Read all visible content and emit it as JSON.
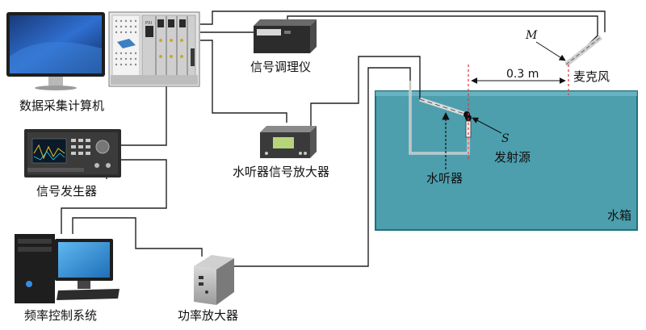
{
  "labels": {
    "daq_computer": "数据采集计算机",
    "signal_conditioner": "信号调理仪",
    "signal_generator": "信号发生器",
    "hydrophone_amplifier": "水听器信号放大器",
    "frequency_control": "频率控制系统",
    "power_amplifier": "功率放大器",
    "microphone": "麦克风",
    "hydrophone": "水听器",
    "source": "发射源",
    "water_tank": "水箱",
    "distance": "0.3 m",
    "mic_symbol": "M",
    "source_symbol": "S",
    "chassis_model": "PXI"
  },
  "colors": {
    "water": "#4a9eaa",
    "water_edge": "#1f6f7d",
    "wire": "#222222",
    "dashed_marker": "#e0313a"
  }
}
